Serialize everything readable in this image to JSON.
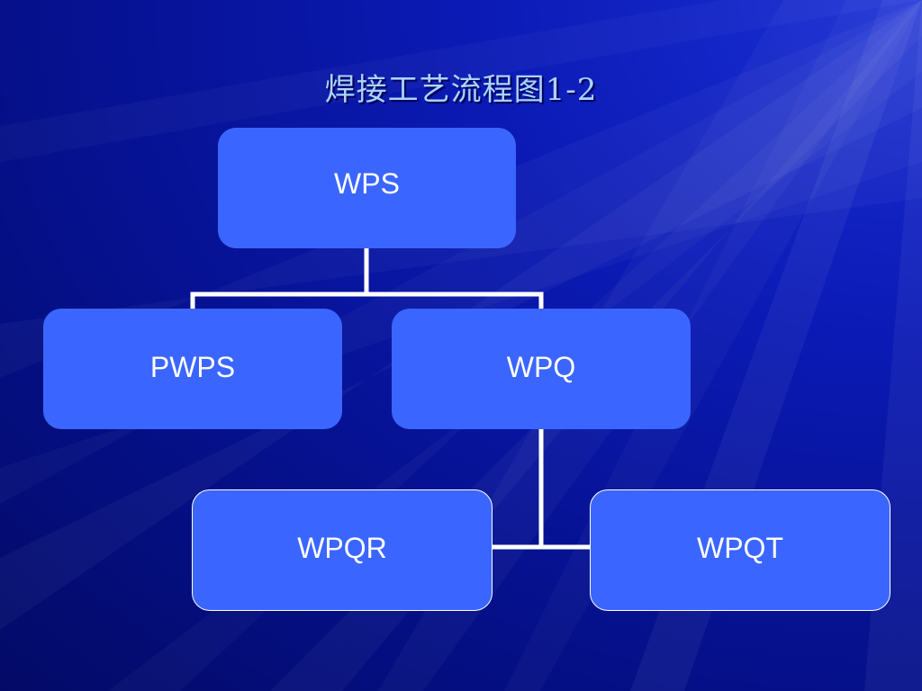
{
  "slide": {
    "title": "焊接工艺流程图1-2"
  },
  "diagram": {
    "nodes": {
      "wps": "WPS",
      "pwps": "PWPS",
      "wpq": "WPQ",
      "wpqr": "WPQR",
      "wpqt": "WPQT"
    },
    "edges": [
      [
        "WPS",
        "PWPS"
      ],
      [
        "WPS",
        "WPQ"
      ],
      [
        "WPQ",
        "WPQR"
      ],
      [
        "WPQ",
        "WPQT"
      ]
    ]
  },
  "colors": {
    "background": "#0b1ab4",
    "node_fill": "#3a66ff",
    "connector": "#ffffff",
    "title": "#aad4ff"
  }
}
